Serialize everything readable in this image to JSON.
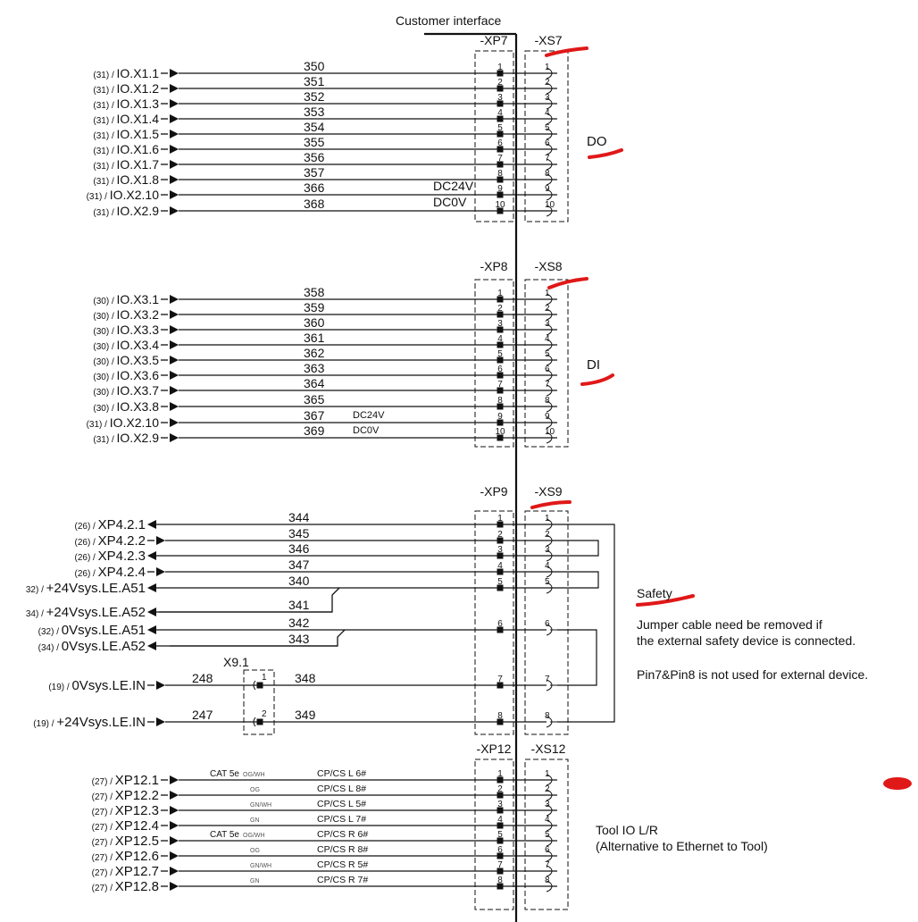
{
  "header": {
    "customer_interface": "Customer interface"
  },
  "colors": {
    "ink": "#111111",
    "annotation_red": "#e01818"
  },
  "groups": [
    {
      "id": "do",
      "plug": "-XP7",
      "socket": "-XS7",
      "side_label": "DO",
      "rows": [
        {
          "ref": "(31)",
          "signal": "IO.X1.1",
          "dir": "right",
          "wire": "350",
          "pin": "1"
        },
        {
          "ref": "(31)",
          "signal": "IO.X1.2",
          "dir": "right",
          "wire": "351",
          "pin": "2"
        },
        {
          "ref": "(31)",
          "signal": "IO.X1.3",
          "dir": "right",
          "wire": "352",
          "pin": "3"
        },
        {
          "ref": "(31)",
          "signal": "IO.X1.4",
          "dir": "right",
          "wire": "353",
          "pin": "4"
        },
        {
          "ref": "(31)",
          "signal": "IO.X1.5",
          "dir": "right",
          "wire": "354",
          "pin": "5"
        },
        {
          "ref": "(31)",
          "signal": "IO.X1.6",
          "dir": "right",
          "wire": "355",
          "pin": "6"
        },
        {
          "ref": "(31)",
          "signal": "IO.X1.7",
          "dir": "right",
          "wire": "356",
          "pin": "7"
        },
        {
          "ref": "(31)",
          "signal": "IO.X1.8",
          "dir": "right",
          "wire": "357",
          "pin": "8"
        },
        {
          "ref": "(31)",
          "signal": "IO.X2.10",
          "dir": "right",
          "wire": "366",
          "pin": "9",
          "note": "DC24V"
        },
        {
          "ref": "(31)",
          "signal": "IO.X2.9",
          "dir": "right",
          "wire": "368",
          "pin": "10",
          "note": "DC0V"
        }
      ]
    },
    {
      "id": "di",
      "plug": "-XP8",
      "socket": "-XS8",
      "side_label": "DI",
      "rows": [
        {
          "ref": "(30)",
          "signal": "IO.X3.1",
          "dir": "right",
          "wire": "358",
          "pin": "1"
        },
        {
          "ref": "(30)",
          "signal": "IO.X3.2",
          "dir": "right",
          "wire": "359",
          "pin": "2"
        },
        {
          "ref": "(30)",
          "signal": "IO.X3.3",
          "dir": "right",
          "wire": "360",
          "pin": "3"
        },
        {
          "ref": "(30)",
          "signal": "IO.X3.4",
          "dir": "right",
          "wire": "361",
          "pin": "4"
        },
        {
          "ref": "(30)",
          "signal": "IO.X3.5",
          "dir": "right",
          "wire": "362",
          "pin": "5"
        },
        {
          "ref": "(30)",
          "signal": "IO.X3.6",
          "dir": "right",
          "wire": "363",
          "pin": "6"
        },
        {
          "ref": "(30)",
          "signal": "IO.X3.7",
          "dir": "right",
          "wire": "364",
          "pin": "7"
        },
        {
          "ref": "(30)",
          "signal": "IO.X3.8",
          "dir": "right",
          "wire": "365",
          "pin": "8"
        },
        {
          "ref": "(31)",
          "signal": "IO.X2.10",
          "dir": "right",
          "wire": "367",
          "pin": "9",
          "note": "DC24V"
        },
        {
          "ref": "(31)",
          "signal": "IO.X2.9",
          "dir": "right",
          "wire": "369",
          "pin": "10",
          "note": "DC0V"
        }
      ]
    },
    {
      "id": "safety",
      "plug": "-XP9",
      "socket": "-XS9",
      "side_label": "Safety",
      "terminal": "X9.1",
      "rows": [
        {
          "ref": "(26)",
          "signal": "XP4.2.1",
          "dir": "left",
          "wire": "344",
          "pin": "1"
        },
        {
          "ref": "(26)",
          "signal": "XP4.2.2",
          "dir": "right",
          "wire": "345",
          "pin": "2"
        },
        {
          "ref": "(26)",
          "signal": "XP4.2.3",
          "dir": "left",
          "wire": "346",
          "pin": "3"
        },
        {
          "ref": "(26)",
          "signal": "XP4.2.4",
          "dir": "right",
          "wire": "347",
          "pin": "4"
        },
        {
          "ref": "32)",
          "signal": "+24Vsys.LE.A51",
          "dir": "left",
          "wire": "340",
          "pin": "5"
        },
        {
          "ref": "34)",
          "signal": "+24Vsys.LE.A52",
          "dir": "left",
          "wire": "341",
          "pin": ""
        },
        {
          "ref": "(32)",
          "signal": "0Vsys.LE.A51",
          "dir": "left",
          "wire": "342",
          "pin": "6"
        },
        {
          "ref": "(34)",
          "signal": "0Vsys.LE.A52",
          "dir": "left",
          "wire": "343",
          "pin": ""
        },
        {
          "ref": "(19)",
          "signal": "0Vsys.LE.IN",
          "dir": "right",
          "wire_in": "248",
          "terminal_pin": "1",
          "wire": "348",
          "pin": "7"
        },
        {
          "ref": "(19)",
          "signal": "+24Vsys.LE.IN",
          "dir": "right",
          "wire_in": "247",
          "terminal_pin": "2",
          "wire": "349",
          "pin": "8"
        }
      ],
      "notes": [
        "Jumper cable need be removed if",
        "the external safety device is connected.",
        "Pin7&Pin8 is not used for external device."
      ]
    },
    {
      "id": "tool",
      "plug": "-XP12",
      "socket": "-XS12",
      "side_label": "Tool IO L/R",
      "side_sub": "(Alternative to Ethernet to Tool)",
      "rows": [
        {
          "ref": "(27)",
          "signal": "XP12.1",
          "dir": "right",
          "cable": "CAT 5e",
          "color": "OG/WH",
          "wire": "CP/CS  L 6#",
          "pin": "1"
        },
        {
          "ref": "(27)",
          "signal": "XP12.2",
          "dir": "right",
          "cable": "",
          "color": "OG",
          "wire": "CP/CS  L 8#",
          "pin": "2"
        },
        {
          "ref": "(27)",
          "signal": "XP12.3",
          "dir": "right",
          "cable": "",
          "color": "GN/WH",
          "wire": "CP/CS  L 5#",
          "pin": "3"
        },
        {
          "ref": "(27)",
          "signal": "XP12.4",
          "dir": "right",
          "cable": "",
          "color": "GN",
          "wire": "CP/CS  L 7#",
          "pin": "4"
        },
        {
          "ref": "(27)",
          "signal": "XP12.5",
          "dir": "right",
          "cable": "CAT 5e",
          "color": "OG/WH",
          "wire": "CP/CS  R 6#",
          "pin": "5"
        },
        {
          "ref": "(27)",
          "signal": "XP12.6",
          "dir": "right",
          "cable": "",
          "color": "OG",
          "wire": "CP/CS  R 8#",
          "pin": "6"
        },
        {
          "ref": "(27)",
          "signal": "XP12.7",
          "dir": "right",
          "cable": "",
          "color": "GN/WH",
          "wire": "CP/CS  R 5#",
          "pin": "7"
        },
        {
          "ref": "(27)",
          "signal": "XP12.8",
          "dir": "right",
          "cable": "",
          "color": "GN",
          "wire": "CP/CS  R 7#",
          "pin": "8"
        }
      ]
    }
  ]
}
